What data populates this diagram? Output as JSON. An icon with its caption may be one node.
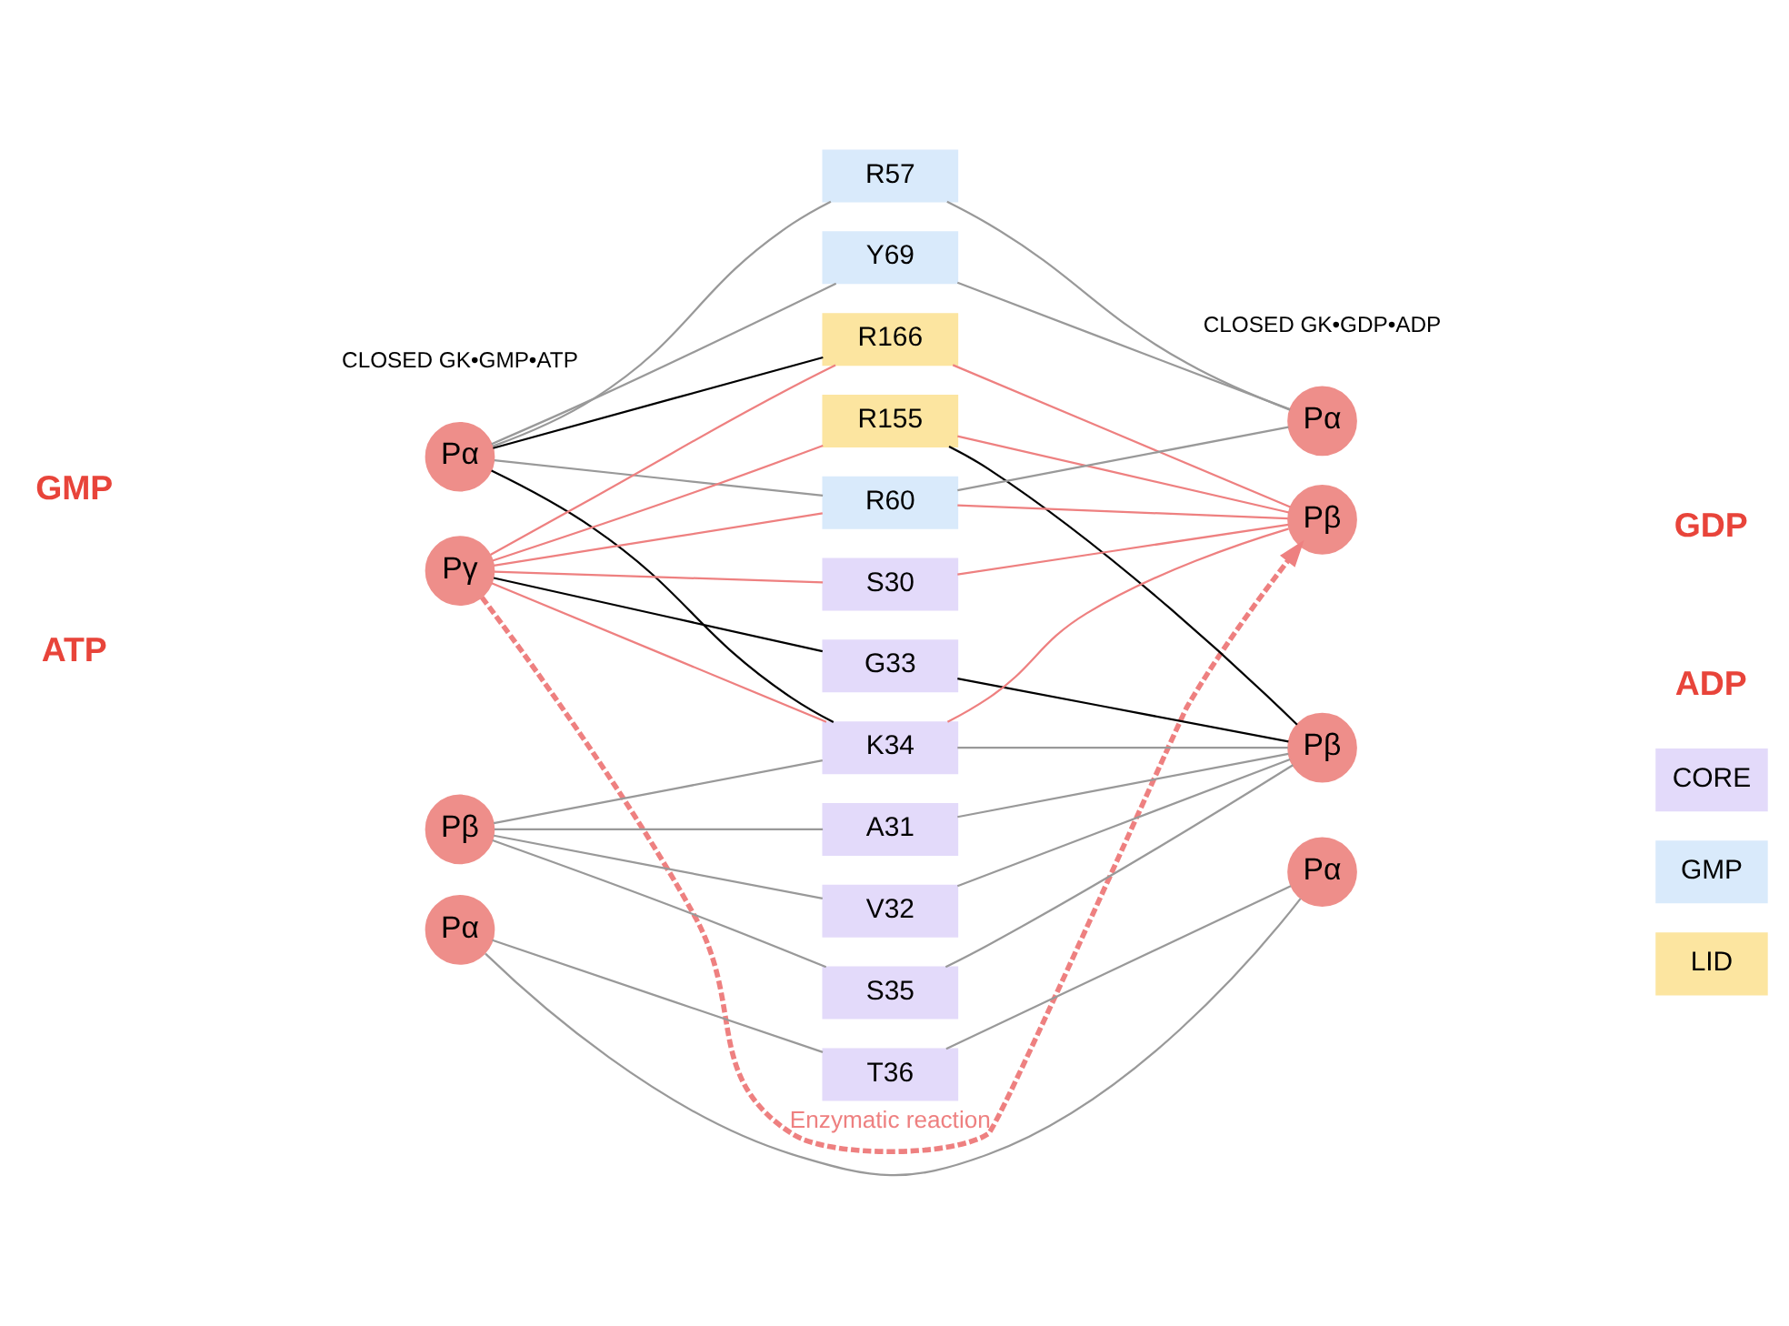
{
  "diagram": {
    "nodes": [
      {
        "text": [
          "Pα"
        ]
      },
      {
        "text": [
          "Pγ"
        ]
      },
      {
        "text": [
          "Pβ"
        ]
      },
      {
        "text": [
          "Pα"
        ]
      },
      {
        "text": [
          "R57"
        ]
      },
      {
        "text": [
          "Y69"
        ]
      },
      {
        "text": [
          "R166"
        ]
      },
      {
        "text": [
          "R155"
        ]
      },
      {
        "text": [
          "R60"
        ]
      },
      {
        "text": [
          "S30"
        ]
      },
      {
        "text": [
          "G33"
        ]
      },
      {
        "text": [
          "K34"
        ]
      },
      {
        "text": [
          "A31"
        ]
      },
      {
        "text": [
          "V32"
        ]
      },
      {
        "text": [
          "S35"
        ]
      },
      {
        "text": [
          "T36"
        ]
      },
      {
        "text": [
          "Pα"
        ]
      },
      {
        "text": [
          "Pβ"
        ]
      },
      {
        "text": [
          "Pβ"
        ]
      },
      {
        "text": [
          "Pα"
        ]
      }
    ],
    "edges": [
      {
        "from": 0,
        "to": 4,
        "arrow": "none"
      },
      {
        "from": 0,
        "to": 5,
        "arrow": "none"
      },
      {
        "from": 0,
        "to": 6,
        "arrow": "none",
        "color": "#000000"
      },
      {
        "from": 0,
        "to": 8,
        "arrow": "none"
      },
      {
        "from": 0,
        "to": 11,
        "arrow": "none",
        "color": "#000000"
      },
      {
        "from": 1,
        "to": 6,
        "arrow": "none",
        "color": "#ee8080"
      },
      {
        "from": 1,
        "to": 7,
        "arrow": "none",
        "color": "#ee8080"
      },
      {
        "from": 1,
        "to": 8,
        "arrow": "none",
        "color": "#ee8080"
      },
      {
        "from": 1,
        "to": 9,
        "arrow": "none",
        "color": "#ee8080"
      },
      {
        "from": 1,
        "to": 10,
        "arrow": "none",
        "color": "#000000"
      },
      {
        "from": 1,
        "to": 11,
        "arrow": "none",
        "color": "#ee8080"
      },
      {
        "from": 2,
        "to": 11,
        "arrow": "none"
      },
      {
        "from": 2,
        "to": 12,
        "arrow": "none"
      },
      {
        "from": 2,
        "to": 13,
        "arrow": "none"
      },
      {
        "from": 2,
        "to": 14,
        "arrow": "none"
      },
      {
        "from": 3,
        "to": 15,
        "arrow": "none"
      },
      {
        "from": 4,
        "to": 16,
        "arrow": "none"
      },
      {
        "from": 5,
        "to": 16,
        "arrow": "none"
      },
      {
        "from": 8,
        "to": 16,
        "arrow": "none"
      },
      {
        "from": 6,
        "to": 17,
        "arrow": "none",
        "color": "#ee8080"
      },
      {
        "from": 7,
        "to": 17,
        "arrow": "none",
        "color": "#ee8080"
      },
      {
        "from": 8,
        "to": 17,
        "arrow": "none",
        "color": "#ee8080"
      },
      {
        "from": 9,
        "to": 17,
        "arrow": "none",
        "color": "#ee8080"
      },
      {
        "from": 11,
        "to": 17,
        "arrow": "none",
        "color": "#ee8080"
      },
      {
        "from": 7,
        "to": 18,
        "arrow": "none",
        "color": "#000000"
      },
      {
        "from": 10,
        "to": 18,
        "arrow": "none",
        "color": "#000000"
      },
      {
        "from": 11,
        "to": 18,
        "arrow": "none"
      },
      {
        "from": 12,
        "to": 18,
        "arrow": "none"
      },
      {
        "from": 13,
        "to": 18,
        "arrow": "none"
      },
      {
        "from": 14,
        "to": 18,
        "arrow": "none"
      },
      {
        "from": 15,
        "to": 19,
        "arrow": "none"
      },
      {
        "from": 3,
        "to": 19,
        "arrow": "none"
      },
      {
        "from": 1,
        "to": 17,
        "arrow": "to",
        "label": "Enzymatic reaction",
        "style": "dashed",
        "color": "#ee8080"
      }
    ],
    "labels": [
      "CLOSED GK•GMP•ATP",
      "CLOSED GK•GDP•ADP",
      "GMP",
      "GDP",
      "ATP",
      "ADP"
    ],
    "legend": [
      {
        "text": "CORE",
        "color": "#e3dafa"
      },
      {
        "text": "GMP",
        "color": "#d9eafb"
      },
      {
        "text": "LID",
        "color": "#fce5a0"
      }
    ]
  }
}
